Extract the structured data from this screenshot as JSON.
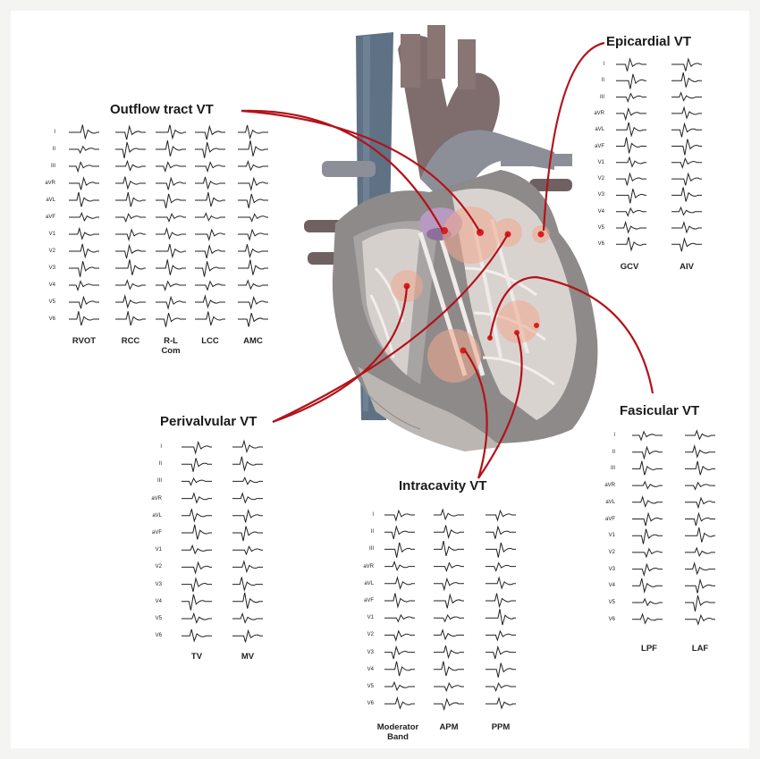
{
  "colors": {
    "connector": "#b3121a",
    "ecg": "#222222",
    "vein": "#5f7184",
    "artery": "#7f6d6d",
    "myocardium": "#8e8a8a"
  },
  "leads": [
    "I",
    "II",
    "III",
    "aVR",
    "aVL",
    "aVF",
    "V1",
    "V2",
    "V3",
    "V4",
    "V5",
    "V6"
  ],
  "panels": {
    "outflow": {
      "title": "Outflow tract VT",
      "columns": [
        "RVOT",
        "RCC",
        "R-L\nCom",
        "LCC",
        "AMC"
      ]
    },
    "epicardial": {
      "title": "Epicardial VT",
      "columns": [
        "GCV",
        "AIV"
      ]
    },
    "perivalvular": {
      "title": "Perivalvular VT",
      "columns": [
        "TV",
        "MV"
      ]
    },
    "intracavity": {
      "title": "Intracavity VT",
      "columns": [
        "Moderator\nBand",
        "APM",
        "PPM"
      ]
    },
    "fascicular": {
      "title": "Fasicular VT",
      "columns": [
        "LPF",
        "LAF"
      ]
    }
  },
  "icons": [
    "heart-anatomy-illustration"
  ]
}
